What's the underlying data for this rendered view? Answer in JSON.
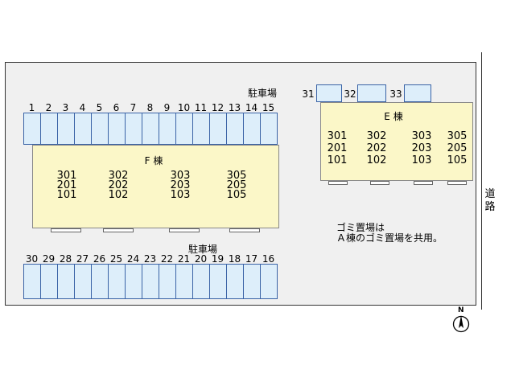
{
  "road_label": "道路",
  "parking_label": "駐車場",
  "north_label": "N",
  "building_f": {
    "name": "F 棟",
    "rows": [
      [
        "301",
        "302",
        "303",
        "305"
      ],
      [
        "201",
        "202",
        "203",
        "205"
      ],
      [
        "101",
        "102",
        "103",
        "105"
      ]
    ]
  },
  "building_e": {
    "name": "E 棟",
    "rows": [
      [
        "301",
        "302",
        "303",
        "305"
      ],
      [
        "201",
        "202",
        "203",
        "205"
      ],
      [
        "101",
        "102",
        "103",
        "105"
      ]
    ]
  },
  "top_row_numbers": [
    "1",
    "2",
    "3",
    "4",
    "5",
    "6",
    "7",
    "8",
    "9",
    "10",
    "11",
    "12",
    "13",
    "14",
    "15"
  ],
  "bottom_row_numbers": [
    "30",
    "29",
    "28",
    "27",
    "26",
    "25",
    "24",
    "23",
    "22",
    "21",
    "20",
    "19",
    "18",
    "17",
    "16"
  ],
  "e_parking_numbers": [
    "31",
    "32",
    "33"
  ],
  "note": {
    "line1": "ゴミ置場は",
    "line2": "Ａ棟のゴミ置場を共用。"
  },
  "colors": {
    "parking_fill": "#ddeefa",
    "parking_border": "#3a63a6",
    "building_fill": "#fbf7c8",
    "site_fill": "#f0f0f0"
  }
}
